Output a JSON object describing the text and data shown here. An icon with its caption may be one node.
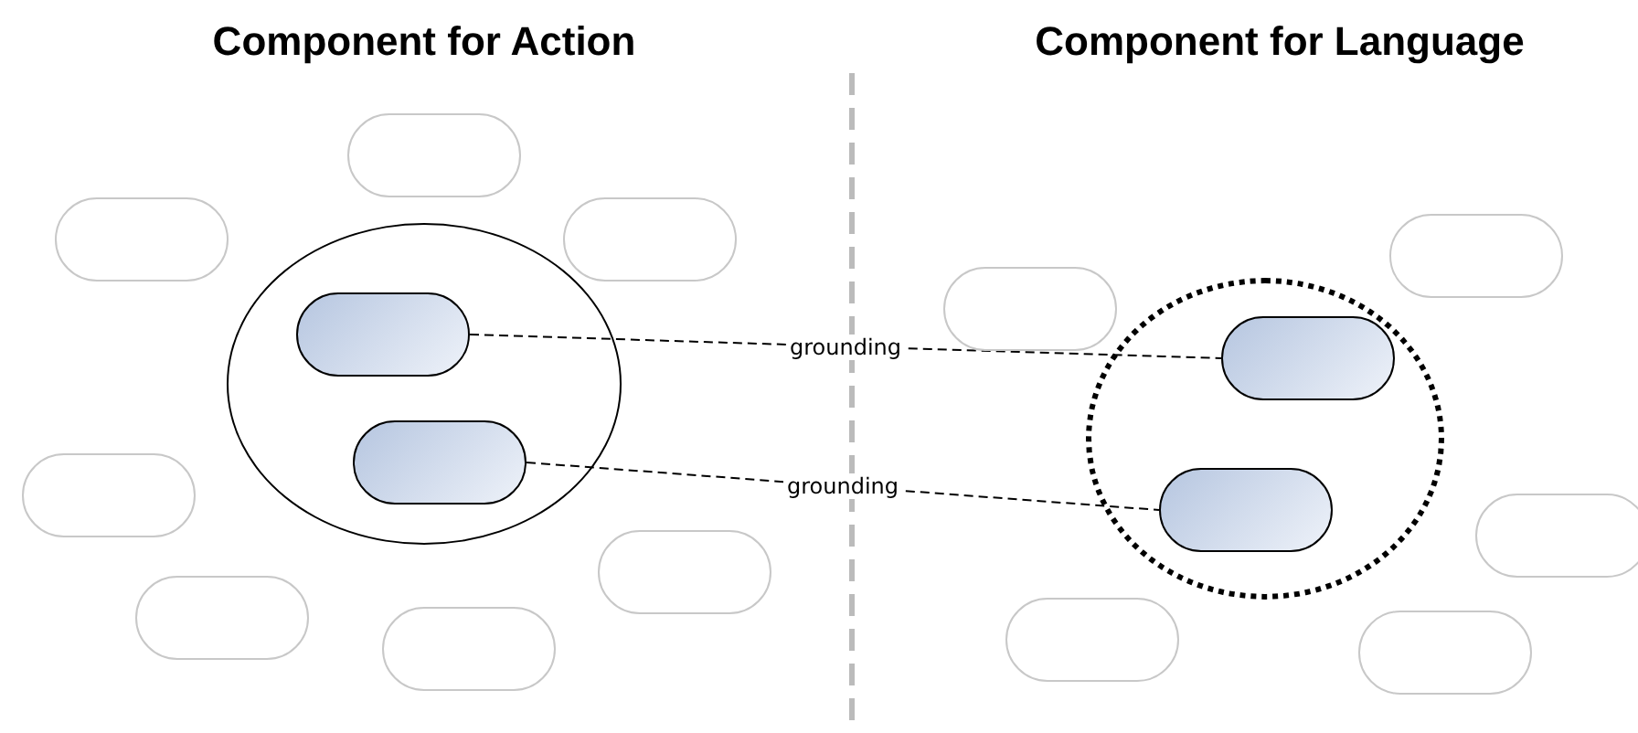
{
  "diagram": {
    "nodes": [
      {
        "text": [],
        "shape": "pill"
      },
      {
        "text": [],
        "shape": "pill"
      },
      {
        "text": [],
        "shape": "pill"
      },
      {
        "text": [],
        "shape": "circle"
      },
      {
        "text": [],
        "shape": "pill",
        "in": 3
      },
      {
        "text": [],
        "shape": "pill",
        "in": 3
      },
      {
        "text": [],
        "shape": "pill"
      },
      {
        "text": [],
        "shape": "pill"
      },
      {
        "text": [],
        "shape": "pill"
      },
      {
        "text": [],
        "shape": "pill"
      },
      {
        "text": [],
        "shape": "pill"
      },
      {
        "text": [],
        "shape": "pill"
      },
      {
        "text": [],
        "shape": "circle"
      },
      {
        "text": [],
        "shape": "pill",
        "in": 12
      },
      {
        "text": [],
        "shape": "pill",
        "in": 12
      },
      {
        "text": [],
        "shape": "pill"
      },
      {
        "text": [],
        "shape": "pill"
      },
      {
        "text": [],
        "shape": "pill"
      }
    ],
    "edges": [
      {
        "from": 4,
        "to": 13,
        "arrow": "none",
        "label": "grounding",
        "style": "dashed"
      },
      {
        "from": 5,
        "to": 14,
        "arrow": "none",
        "label": "grounding",
        "style": "dashed"
      }
    ],
    "labels": [
      "Component for Action",
      "Component for Language"
    ]
  }
}
